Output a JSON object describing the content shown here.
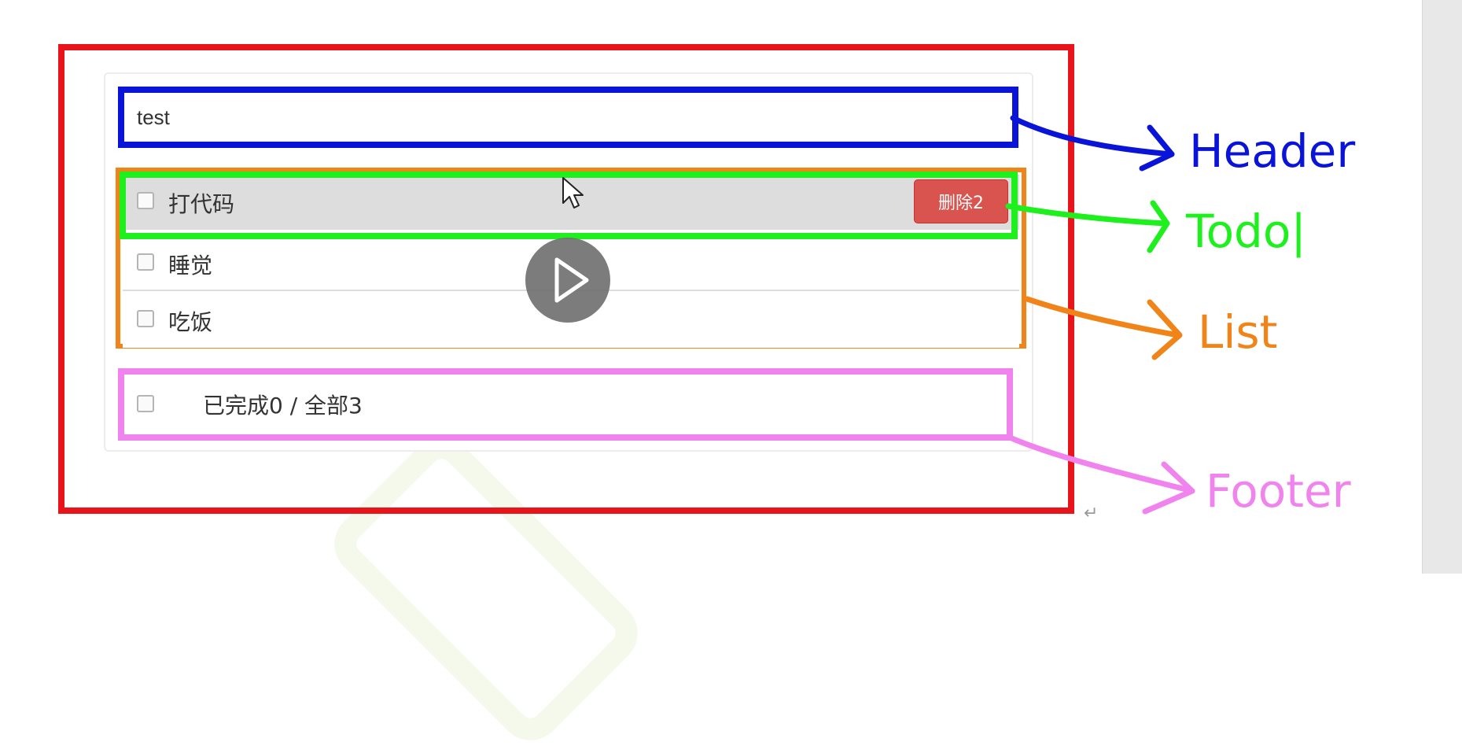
{
  "header": {
    "input_value": "test"
  },
  "list": {
    "items": [
      {
        "label": "打代码",
        "checked": false
      },
      {
        "label": "睡觉",
        "checked": false
      },
      {
        "label": "吃饭",
        "checked": false
      }
    ],
    "delete_label": "删除2"
  },
  "footer": {
    "status_text": "已完成0 / 全部3"
  },
  "annotations": {
    "header": "Header",
    "todo": "Todo|",
    "list": "List",
    "footer": "Footer"
  },
  "colors": {
    "red_frame": "#e8141a",
    "header": "#0914d8",
    "todo": "#1ef01e",
    "list": "#f08418",
    "footer": "#f083ee",
    "delete_button": "#d9534f"
  },
  "icons": [
    "play-icon",
    "mouse-cursor-icon",
    "return-arrow-icon"
  ]
}
